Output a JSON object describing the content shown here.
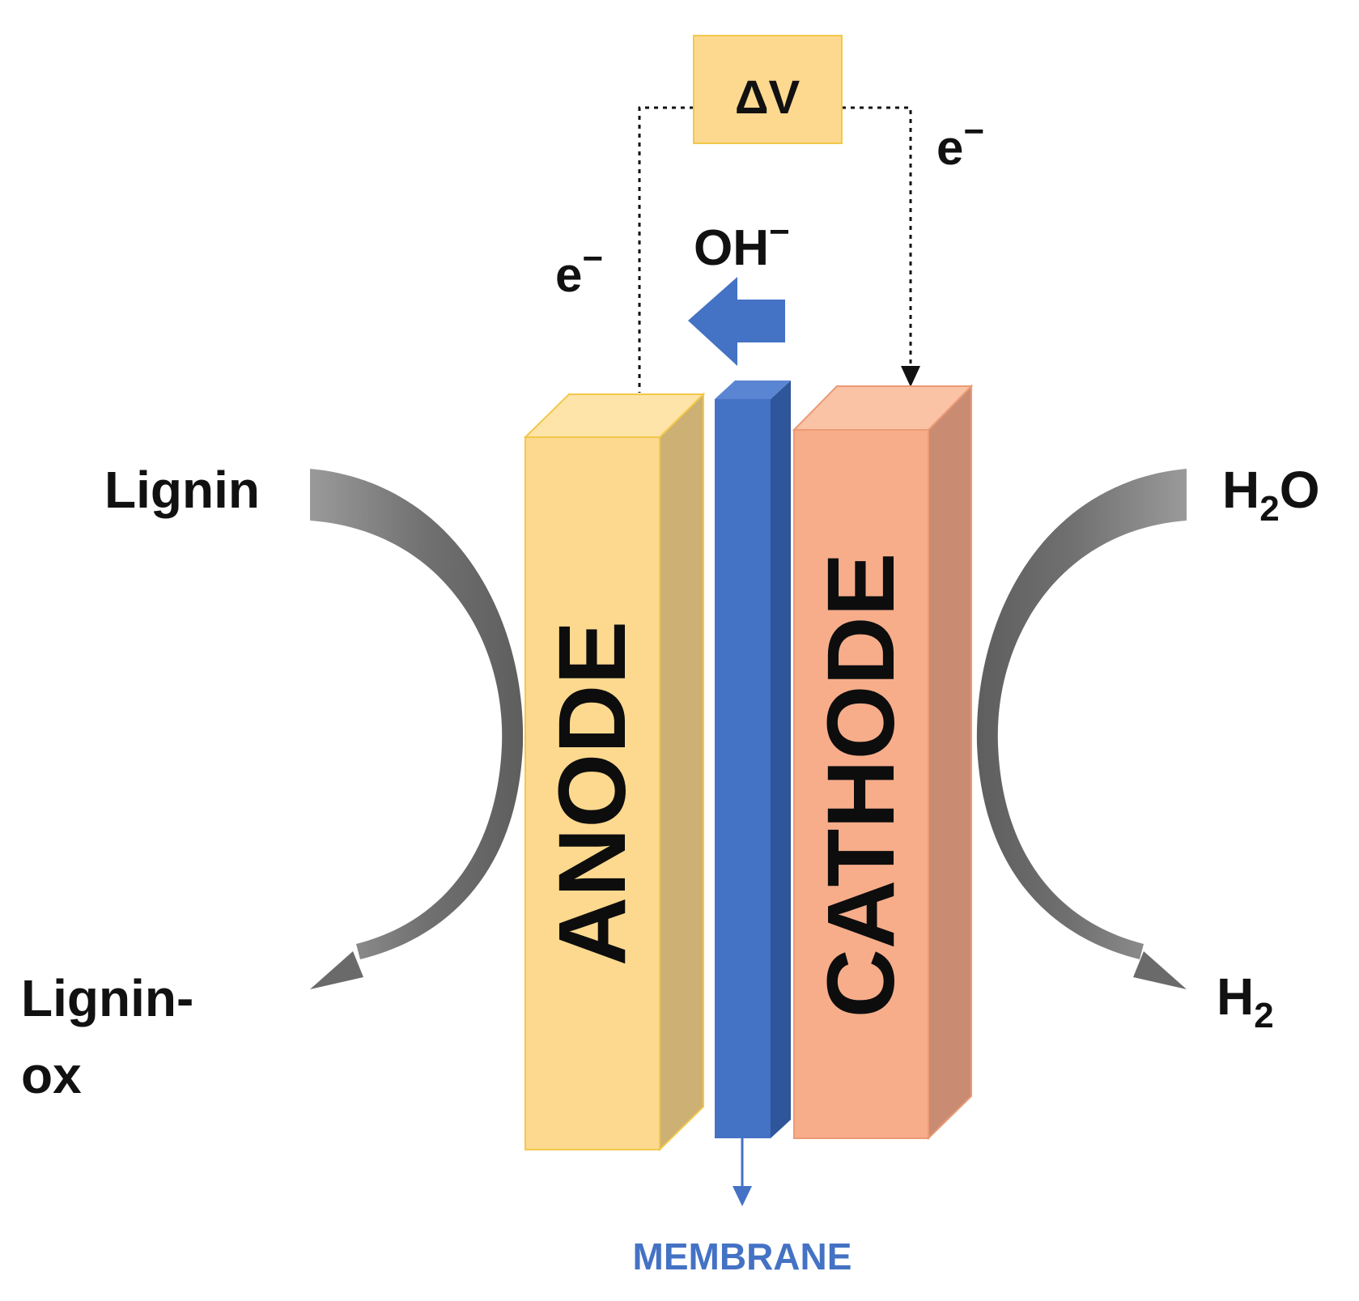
{
  "labels": {
    "voltage": "ΔV",
    "electron_symbol": "e",
    "charge_sign": "−",
    "hydroxide": "OH",
    "anode": "ANODE",
    "cathode": "CATHODE",
    "membrane": "MEMBRANE",
    "lignin": "Lignin",
    "lignin_ox_line1": "Lignin-",
    "lignin_ox_line2": "ox",
    "water_h": "H",
    "water_sub": "2",
    "water_o": "O",
    "hydrogen_h": "H",
    "hydrogen_sub": "2"
  },
  "colors": {
    "anode_front": "#fdd98f",
    "anode_side": "#cdb073",
    "anode_top": "#fee4a9",
    "anode_edge": "#f2c84b",
    "cathode_front": "#f7ad8a",
    "cathode_side": "#c98c73",
    "cathode_top": "#fac3a6",
    "cathode_edge": "#ec9a75",
    "membrane_front": "#4472c4",
    "membrane_side": "#2f559a",
    "membrane_top": "#5a85d2",
    "membrane_label": "#4472c4",
    "voltage_box": "#fdd98f",
    "voltage_box_edge": "#f2c84b",
    "flow_arrow": "#6e6e6e",
    "wire": "#111111"
  },
  "icons": {
    "ion_flow": "arrow-left-icon",
    "membrane_pointer": "arrow-down-icon",
    "oxidation_flow": "curved-arrow-icon",
    "reduction_flow": "curved-arrow-icon"
  }
}
